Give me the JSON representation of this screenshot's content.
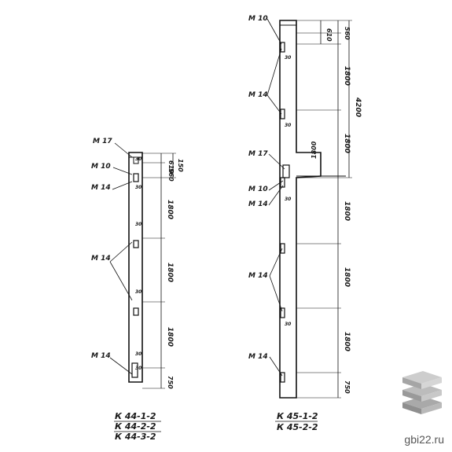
{
  "left_column": {
    "marks": [
      {
        "id": "m17",
        "text": "М 17"
      },
      {
        "id": "m10",
        "text": "М 10"
      },
      {
        "id": "m14a",
        "text": "М 14"
      },
      {
        "id": "m14b",
        "text": "М 14"
      },
      {
        "id": "m14c",
        "text": "М 14"
      }
    ],
    "dims": [
      "610",
      "150",
      "560",
      "1800",
      "1800",
      "1800",
      "750"
    ],
    "small_dims": [
      "30",
      "30",
      "30",
      "30",
      "30",
      "30"
    ],
    "captions": [
      "К 44-1-2",
      "К 44-2-2",
      "К 44-3-2"
    ]
  },
  "right_column": {
    "marks": [
      {
        "id": "m10top",
        "text": "М 10"
      },
      {
        "id": "m14top",
        "text": "М 14"
      },
      {
        "id": "m17",
        "text": "М 17"
      },
      {
        "id": "m10",
        "text": "М 10"
      },
      {
        "id": "m14a",
        "text": "М 14"
      },
      {
        "id": "m14b",
        "text": "М 14"
      },
      {
        "id": "m14c",
        "text": "М 14"
      }
    ],
    "dims": [
      "610",
      "560",
      "1800",
      "1800",
      "4200",
      "1800",
      "1800",
      "1800",
      "750",
      "1800"
    ],
    "small_dims": [
      "30",
      "30",
      "30",
      "30"
    ],
    "captions": [
      "К 45-1-2",
      "К 45-2-2"
    ]
  },
  "watermark": "gbi22.ru"
}
